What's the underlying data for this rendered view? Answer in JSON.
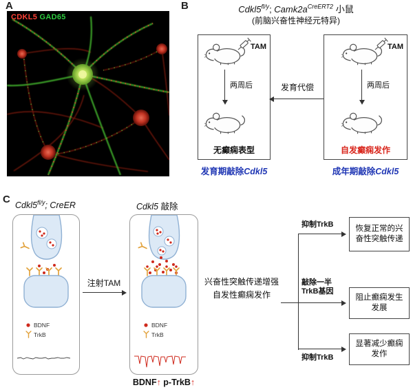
{
  "colors": {
    "accent_red": "#d9261c",
    "accent_blue": "#1f36b4",
    "stain_red": "#ff4136",
    "stain_green": "#2ecc40",
    "synapse_fill": "#dce9f6",
    "receptor_yellow": "#e2a23c"
  },
  "panel_a": {
    "label": "A",
    "stain_red": "CDKL5",
    "stain_green": "GAD65"
  },
  "panel_b": {
    "label": "B",
    "title": {
      "gene1": "Cdkl5",
      "sup1": "fl/y",
      "sep": "; ",
      "gene2": "Camk2a",
      "sup2": "CreERT2",
      "suffix": " 小鼠",
      "line2": "(前脑兴奋性神经元特异)"
    },
    "left": {
      "tam": "TAM",
      "wait": "两周后",
      "outcome": "无癫痫表型",
      "caption_prefix": "发育期敲除",
      "caption_gene": "Cdkl5"
    },
    "right": {
      "tam": "TAM",
      "wait": "两周后",
      "outcome": "自发癫痫发作",
      "caption_prefix": "成年期敲除",
      "caption_gene": "Cdkl5"
    },
    "compensation": "发育代偿"
  },
  "panel_c": {
    "label": "C",
    "left_title": {
      "gene": "Cdkl5",
      "sup": "fl/y",
      "rest": "; CreER"
    },
    "ko_title": {
      "gene": "Cdkl5",
      "rest": " 敲除"
    },
    "legend": {
      "bdnf": "BDNF",
      "trkb": "TrkB"
    },
    "inject": "注射TAM",
    "effect_line1": "兴奋性突触传递增强",
    "effect_line2": "自发性癫痫发作",
    "note": {
      "p1": "BDNF",
      "a1": "↑",
      "p2": " p-TrkB",
      "a2": "↑"
    },
    "branches": [
      {
        "label": "抑制TrkB",
        "box": "恢复正常的兴奋性突触传递"
      },
      {
        "label": "敲除一半TrkB基因",
        "box": "阻止癫痫发生发展"
      },
      {
        "label": "抑制TrkB",
        "box": "显著减少癫痫发作"
      }
    ]
  }
}
